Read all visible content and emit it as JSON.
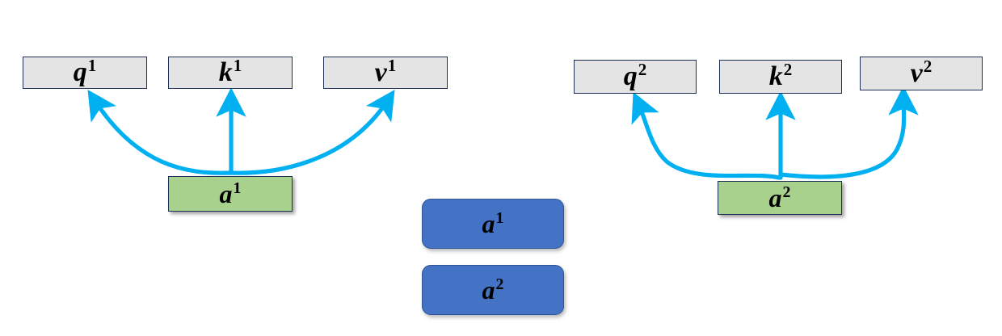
{
  "diagram": {
    "title": "self-attention q k v projection from inputs",
    "background_color": "#FFFFFF",
    "colors": {
      "gray_fill": "#E4E4E4",
      "green_fill": "#A9D18E",
      "blue_fill": "#4472C4",
      "node_border": "#1F3057",
      "arrow": "#00B0F0"
    }
  },
  "groups": [
    {
      "name": "group-1",
      "source": {
        "base": "a",
        "sup": "1"
      },
      "outputs": [
        {
          "key": "q",
          "base": "q",
          "sup": "1"
        },
        {
          "key": "k",
          "base": "k",
          "sup": "1"
        },
        {
          "key": "v",
          "base": "v",
          "sup": "1"
        }
      ]
    },
    {
      "name": "group-2",
      "source": {
        "base": "a",
        "sup": "2"
      },
      "outputs": [
        {
          "key": "q",
          "base": "q",
          "sup": "2"
        },
        {
          "key": "k",
          "base": "k",
          "sup": "2"
        },
        {
          "key": "v",
          "base": "v",
          "sup": "2"
        }
      ]
    }
  ],
  "center_stack": [
    {
      "base": "a",
      "sup": "1"
    },
    {
      "base": "a",
      "sup": "2"
    }
  ]
}
